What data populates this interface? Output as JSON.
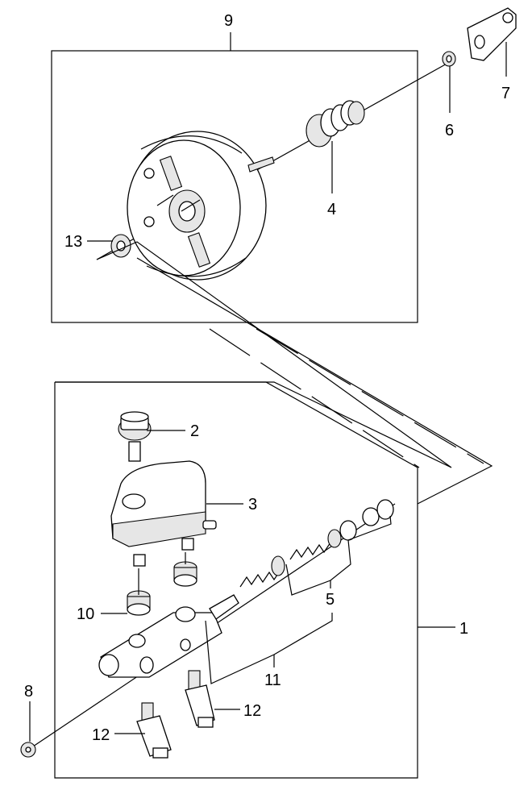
{
  "callouts": [
    {
      "id": "9",
      "text": "9"
    },
    {
      "id": "7",
      "text": "7"
    },
    {
      "id": "6",
      "text": "6"
    },
    {
      "id": "4",
      "text": "4"
    },
    {
      "id": "13",
      "text": "13"
    },
    {
      "id": "2",
      "text": "2"
    },
    {
      "id": "3",
      "text": "3"
    },
    {
      "id": "1",
      "text": "1"
    },
    {
      "id": "5",
      "text": "5"
    },
    {
      "id": "10",
      "text": "10"
    },
    {
      "id": "11",
      "text": "11"
    },
    {
      "id": "8",
      "text": "8"
    },
    {
      "id": "12a",
      "text": "12"
    },
    {
      "id": "12b",
      "text": "12"
    }
  ]
}
